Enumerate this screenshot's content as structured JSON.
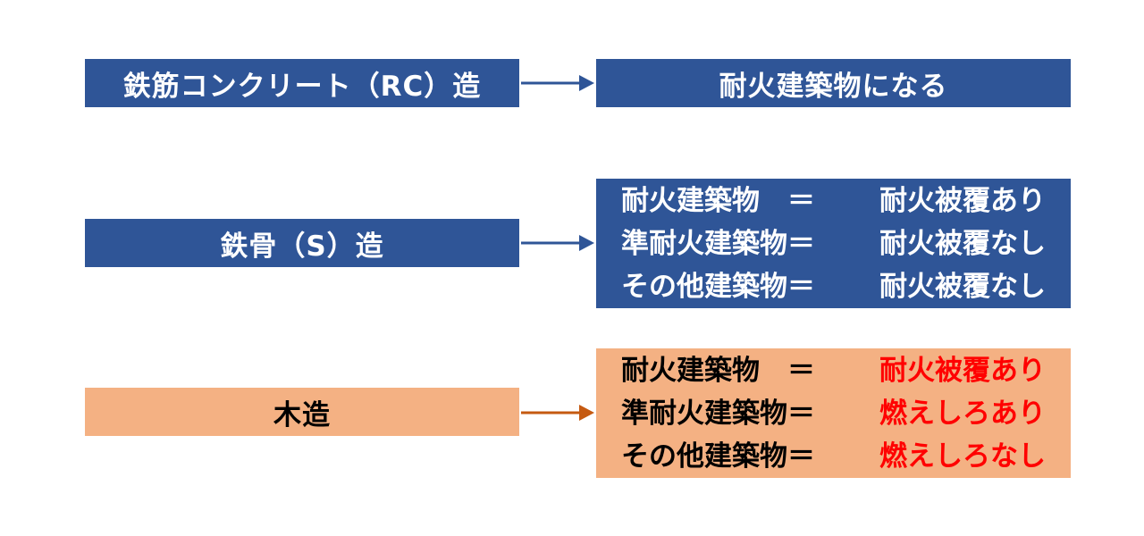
{
  "rows": [
    {
      "left": "鉄筋コンクリート（RC）造",
      "right": "耐火建築物になる"
    },
    {
      "left": "鉄骨（S）造",
      "lines": [
        {
          "lhs": "耐火建築物　＝",
          "rhs": "耐火被覆あり"
        },
        {
          "lhs": "準耐火建築物＝",
          "rhs": "耐火被覆なし"
        },
        {
          "lhs": "その他建築物＝",
          "rhs": "耐火被覆なし"
        }
      ]
    },
    {
      "left": "木造",
      "lines": [
        {
          "lhs": "耐火建築物　＝",
          "rhs": "耐火被覆あり"
        },
        {
          "lhs": "準耐火建築物＝",
          "rhs": "燃えしろあり"
        },
        {
          "lhs": "その他建築物＝",
          "rhs": "燃えしろなし"
        }
      ]
    }
  ],
  "colors": {
    "blue": "#2f5597",
    "orange": "#f4b183",
    "arrow_blue": "#2f5597",
    "arrow_orange": "#c55a11",
    "highlight": "#ff0000"
  }
}
